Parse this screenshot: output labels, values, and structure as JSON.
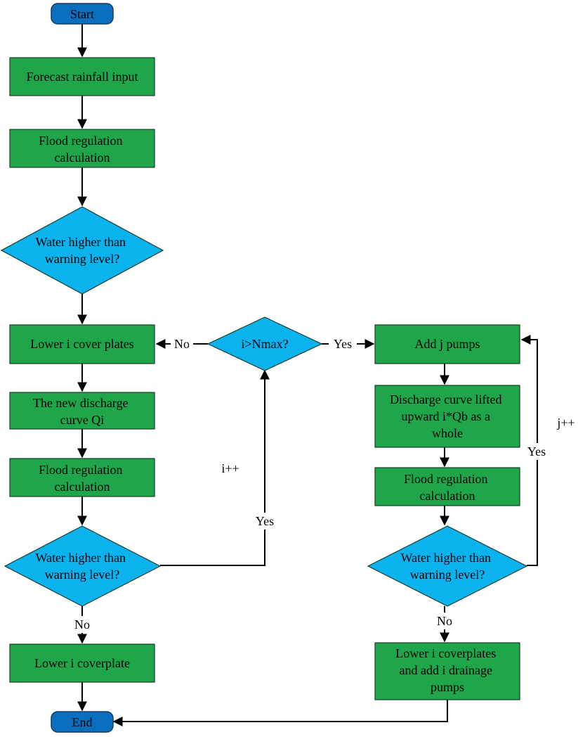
{
  "nodes": {
    "start": "Start",
    "forecast": "Forecast rainfall input",
    "flood_calc_1": [
      "Flood regulation",
      "calculation"
    ],
    "decision_1": [
      "Water higher than",
      "warning level?"
    ],
    "lower_plates": "Lower i cover plates",
    "nmax_decision": "i>Nmax?",
    "add_pumps": "Add j pumps",
    "new_curve": [
      "The new discharge",
      "curve Qi"
    ],
    "flood_calc_2": [
      "Flood regulation",
      "calculation"
    ],
    "decision_2": [
      "Water higher than",
      "warning level?"
    ],
    "lower_coverplate": "Lower i coverplate",
    "end": "End",
    "curve_lifted": [
      "Discharge curve lifted",
      "upward i*Qb as a",
      "whole"
    ],
    "flood_calc_3": [
      "Flood regulation",
      "calculation"
    ],
    "decision_3": [
      "Water higher than",
      "warning level?"
    ],
    "lower_add": [
      "Lower i coverplates",
      "and add i drainage",
      "pumps"
    ]
  },
  "labels": {
    "no_left": "No",
    "yes_right": "Yes",
    "i_plus": "i++",
    "yes_loop_i": "Yes",
    "no_bottom_left": "No",
    "j_plus": "j++",
    "yes_loop_j": "Yes",
    "no_bottom_right": "No"
  },
  "colors": {
    "process": "#1fa64b",
    "decision": "#0ab2ee",
    "terminal": "#0a6ebf"
  }
}
